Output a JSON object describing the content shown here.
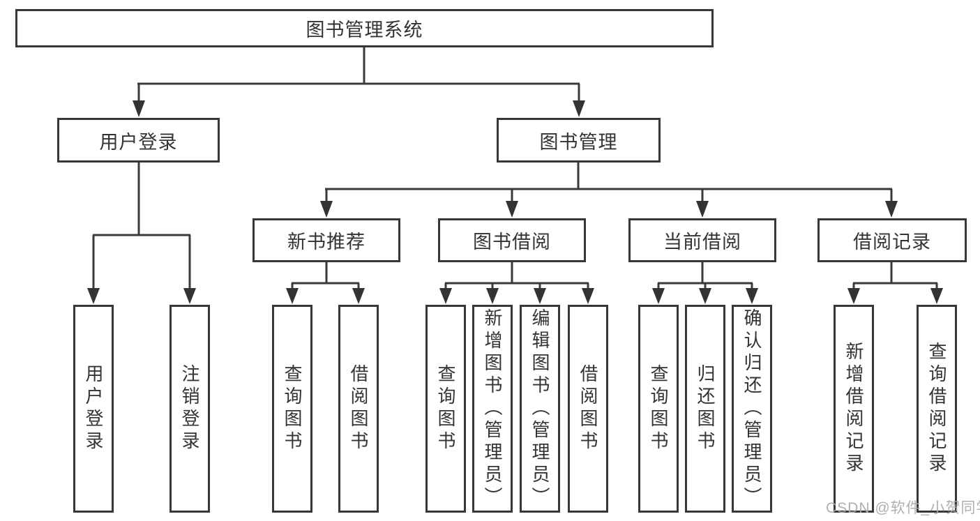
{
  "diagram": {
    "root": {
      "label": "图书管理系统"
    },
    "branches": [
      {
        "label": "用户登录",
        "children": [
          {
            "label": "用户登录"
          },
          {
            "label": "注销登录"
          }
        ]
      },
      {
        "label": "图书管理",
        "children": [
          {
            "label": "新书推荐",
            "children": [
              {
                "label": "查询图书"
              },
              {
                "label": "借阅图书"
              }
            ]
          },
          {
            "label": "图书借阅",
            "children": [
              {
                "label": "查询图书"
              },
              {
                "label": "新增图书（管理员）"
              },
              {
                "label": "编辑图书（管理员）"
              },
              {
                "label": "借阅图书"
              }
            ]
          },
          {
            "label": "当前借阅",
            "children": [
              {
                "label": "查询图书"
              },
              {
                "label": "归还图书"
              },
              {
                "label": "确认归还（管理员）"
              }
            ]
          },
          {
            "label": "借阅记录",
            "children": [
              {
                "label": "新增借阅记录"
              },
              {
                "label": "查询借阅记录"
              }
            ]
          }
        ]
      }
    ],
    "colors": {
      "line": "#3a3a3a",
      "border": "#373737",
      "text": "#333333",
      "background": "#ffffff",
      "watermark": "#a8a8a8"
    }
  },
  "watermark": {
    "text": "CSDN @软件_小贺同学"
  }
}
